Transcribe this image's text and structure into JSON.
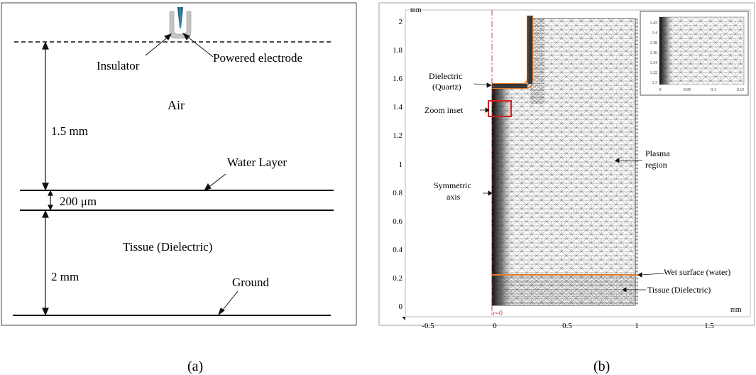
{
  "panel_a": {
    "labels": {
      "insulator": "Insulator",
      "powered_electrode": "Powered electrode",
      "air": "Air",
      "gap": "1.5 mm",
      "water_layer": "Water Layer",
      "water_thickness": "200 μm",
      "tissue": "Tissue (Dielectric)",
      "tissue_thickness": "2 mm",
      "ground": "Ground"
    },
    "caption": "(a)"
  },
  "panel_b": {
    "y_unit": "mm",
    "x_unit": "mm",
    "y_ticks": [
      "0",
      "0.2",
      "0.4",
      "0.6",
      "0.8",
      "1",
      "1.2",
      "1.4",
      "1.6",
      "1.8",
      "2"
    ],
    "x_ticks": [
      "-0.5",
      "0",
      "0.5",
      "1",
      "1.5"
    ],
    "axis_marker": "r=0",
    "labels": {
      "dielectric_line1": "Dielectric",
      "dielectric_line2": "(Quartz)",
      "zoom_inset": "Zoom inset",
      "symmetric_line1": "Symmetric",
      "symmetric_line2": "axis",
      "plasma_line1": "Plasma",
      "plasma_line2": "region",
      "wet_surface": "Wet surface (water)",
      "tissue": "Tissue (Dielectric)"
    },
    "inset_y_ticks": [
      "1.43",
      "1.4",
      "1.38",
      "1.36",
      "1.34",
      "1.32",
      "1.3"
    ],
    "inset_x_ticks": [
      "0",
      "0.05",
      "0.1",
      "0.15"
    ],
    "caption": "(b)",
    "colors": {
      "boundary": "#e07b2c",
      "zoom_box": "#d42020",
      "axis_line": "#d04040",
      "mesh": "#555555"
    }
  }
}
